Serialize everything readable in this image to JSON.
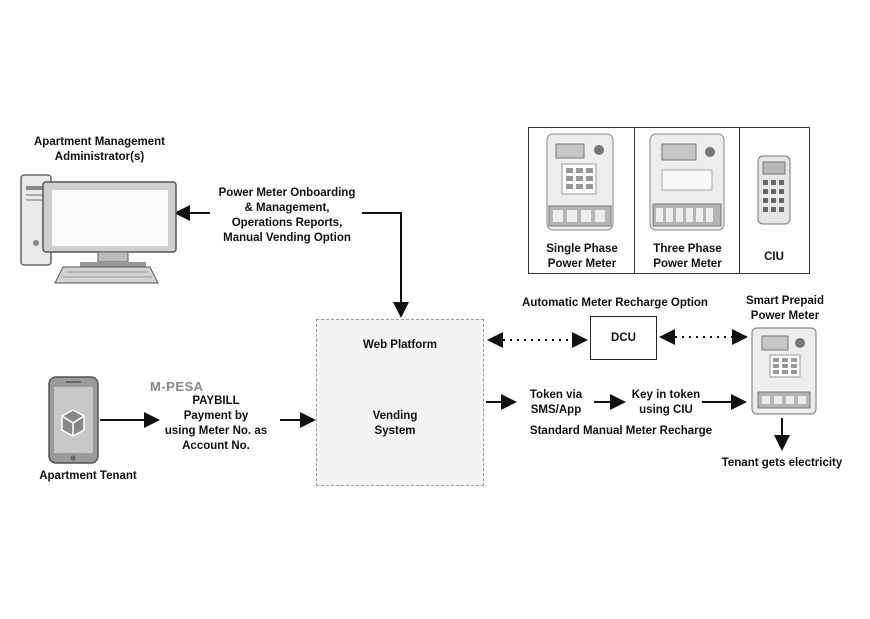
{
  "admin": {
    "label_lines": [
      "Apartment Management",
      "Administrator(s)"
    ]
  },
  "onboarding": {
    "lines": [
      "Power Meter Onboarding",
      "& Management,",
      "Operations Reports,",
      "Manual Vending Option"
    ]
  },
  "meters": {
    "single": {
      "lines": [
        "Single Phase",
        "Power Meter"
      ]
    },
    "three": {
      "lines": [
        "Three Phase",
        "Power Meter"
      ]
    },
    "ciu": {
      "label": "CIU"
    }
  },
  "automatic_recharge": {
    "label": "Automatic Meter Recharge Option"
  },
  "dcu": {
    "label": "DCU"
  },
  "smart_meter": {
    "lines": [
      "Smart Prepaid",
      "Power Meter"
    ]
  },
  "web_platform": {
    "title": "Web Platform",
    "vending_lines": [
      "Vending",
      "System"
    ]
  },
  "tenant": {
    "label": "Apartment Tenant"
  },
  "mpesa": {
    "logo_text": "M-PESA",
    "lines": [
      "PAYBILL",
      "Payment by",
      "using Meter No. as",
      "Account No."
    ]
  },
  "token": {
    "lines": [
      "Token via",
      "SMS/App"
    ]
  },
  "key_in": {
    "lines": [
      "Key in token",
      "using CIU"
    ]
  },
  "manual_recharge": {
    "label": "Standard Manual Meter Recharge"
  },
  "result": {
    "label": "Tenant gets electricity"
  },
  "colors": {
    "line": "#111111",
    "platform_fill": "#f4f4f4",
    "platform_border": "#999999",
    "device_gray": "#bdbdbd"
  }
}
